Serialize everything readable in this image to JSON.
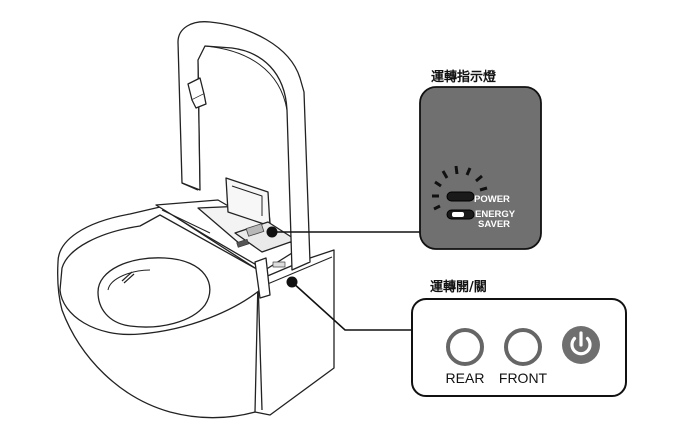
{
  "labels": {
    "indicator_title": "運轉指示燈",
    "switch_title": "運轉開/關"
  },
  "indicator_panel": {
    "power_label": "POWER",
    "energy_saver_line1": "ENERGY",
    "energy_saver_line2": "SAVER",
    "background_color": "#707070"
  },
  "button_panel": {
    "rear_label": "REAR",
    "front_label": "FRONT",
    "power_button_color": "#6f6f6f",
    "power_icon": "power-icon"
  }
}
